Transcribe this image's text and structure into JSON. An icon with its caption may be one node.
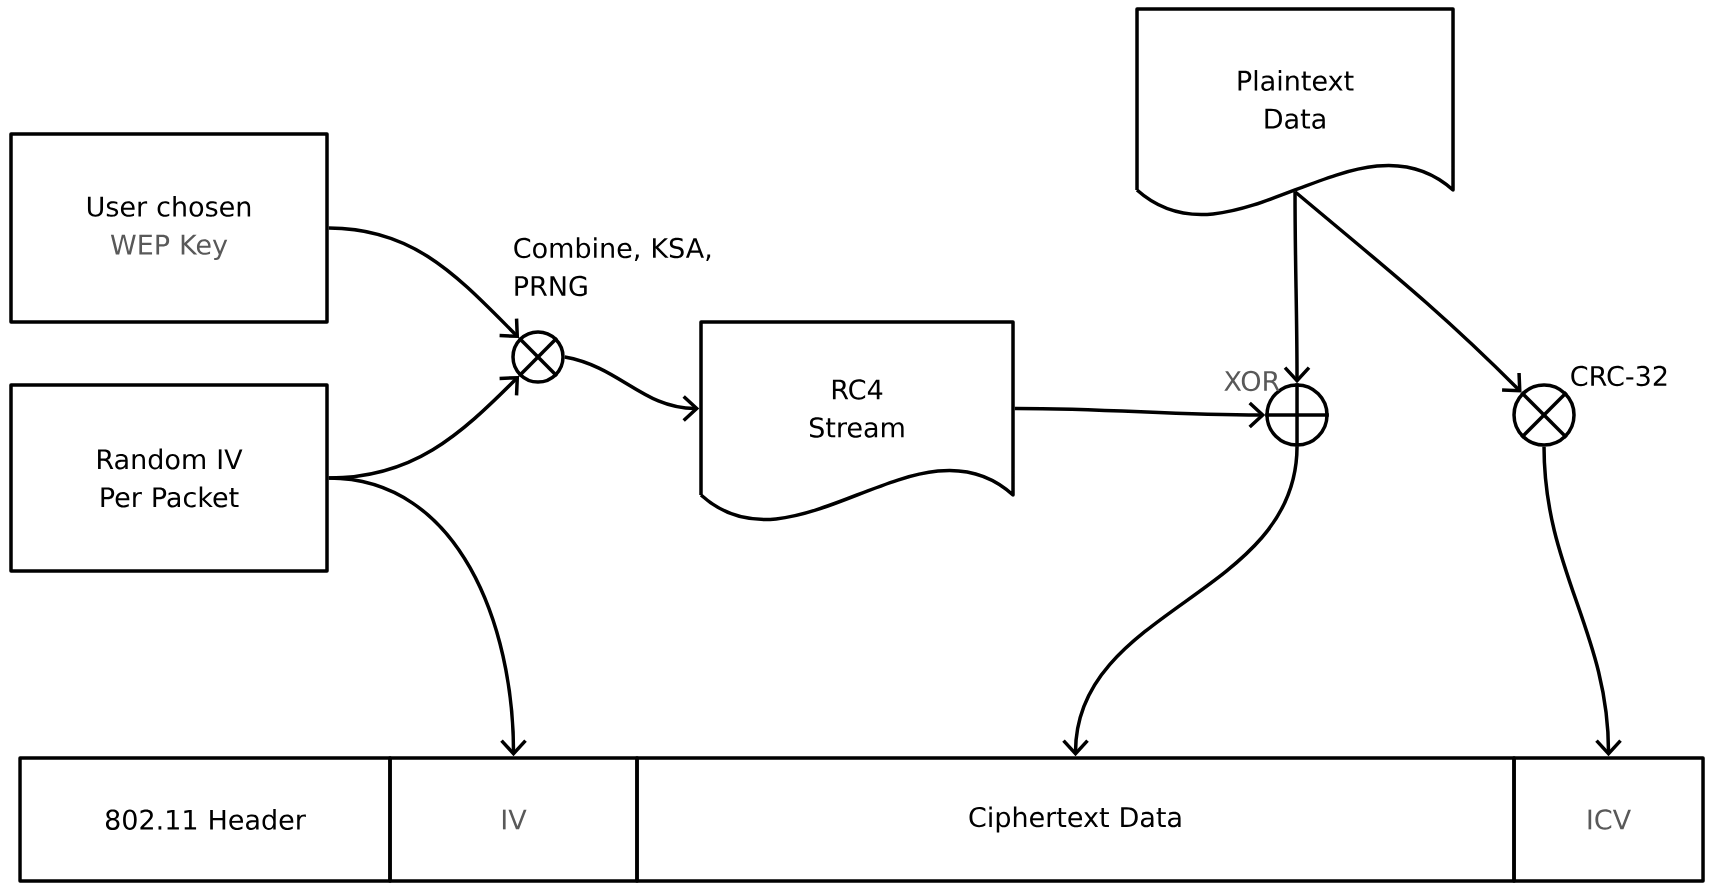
{
  "diagram": {
    "nodes": [
      {
        "text": [
          "User chosen",
          "WEP Key"
        ]
      },
      {
        "text": [
          "Random IV Per Packet"
        ]
      },
      {
        "text": [],
        "shape": "circle",
        "beside": [
          "Combine, KSA, PRNG"
        ]
      },
      {
        "text": [
          "RC4 Stream"
        ]
      },
      {
        "text": [
          "Plaintext Data"
        ]
      },
      {
        "text": [],
        "shape": "circle",
        "beside": [
          "XOR"
        ]
      },
      {
        "text": [],
        "shape": "circle",
        "beside": [
          "CRC-32"
        ]
      },
      {
        "text": [
          "802.11 Header"
        ]
      },
      {
        "text": [
          "IV"
        ]
      },
      {
        "text": [
          "Ciphertext Data"
        ]
      },
      {
        "text": [
          "ICV"
        ]
      }
    ],
    "edges": [
      {
        "from": 0,
        "to": 2,
        "arrow": "to"
      },
      {
        "from": 1,
        "to": 2,
        "arrow": "to"
      },
      {
        "from": 2,
        "to": 3,
        "arrow": "to"
      },
      {
        "from": 3,
        "to": 5,
        "arrow": "to"
      },
      {
        "from": 4,
        "to": 5,
        "arrow": "to"
      },
      {
        "from": 4,
        "to": 6,
        "arrow": "to"
      },
      {
        "from": 1,
        "to": 8,
        "arrow": "to"
      },
      {
        "from": 5,
        "to": 9,
        "arrow": "to"
      },
      {
        "from": 6,
        "to": 10,
        "arrow": "to"
      }
    ]
  }
}
